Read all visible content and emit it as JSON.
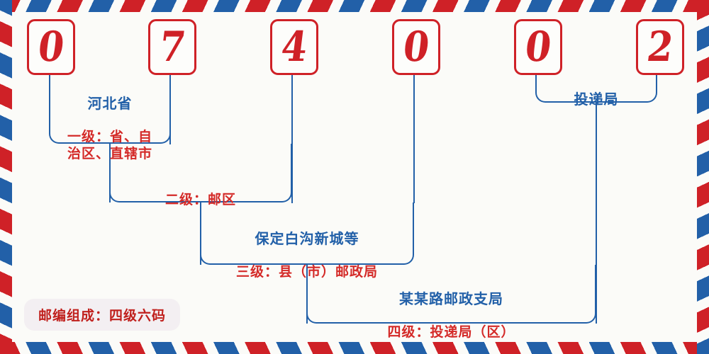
{
  "envelope": {
    "style": "airmail-striped-border",
    "paper_color": "#fbfbf8",
    "stripe_red": "#cf2127",
    "stripe_blue": "#2260a8"
  },
  "postal_code": {
    "value": "074002",
    "digits": [
      "0",
      "7",
      "4",
      "0",
      "0",
      "2"
    ],
    "digit_color": "#cf2127",
    "cell_border_color": "#cf2127"
  },
  "levels": [
    {
      "id": "level-1",
      "name": "河北省",
      "tier": "一级：省、自\n治区、直辖市",
      "covers_digits": "1"
    },
    {
      "id": "level-2",
      "name": "",
      "tier": "二级：邮区",
      "covers_digits": "2"
    },
    {
      "id": "level-3",
      "name": "保定白沟新城等",
      "tier": "三级：县（市）邮政局",
      "covers_digits": "3-4"
    },
    {
      "id": "level-4",
      "name": "某某路邮政支局",
      "tier": "四级：投递局（区）",
      "covers_digits": "5-6"
    },
    {
      "id": "level-delivery",
      "name": "投递局",
      "tier": "",
      "covers_digits": "5-6"
    }
  ],
  "footer": {
    "note": "邮编组成：四级六码",
    "note_color": "#c0201d",
    "chip_bg": "#f3eff2"
  },
  "colors": {
    "blue": "#2260a8",
    "red": "#cf2127",
    "tier_red": "#d42a28"
  }
}
